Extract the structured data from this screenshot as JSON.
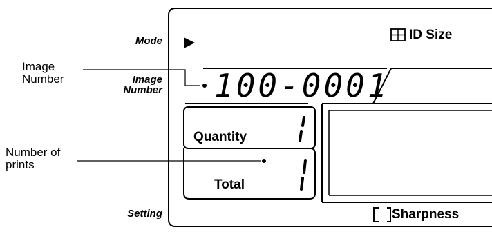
{
  "mode_label": "Mode",
  "image_number_label": "Image Number",
  "setting_label": "Setting",
  "callout_image_number": "Image Number",
  "callout_number_of_prints": "Number of prints",
  "id_size_label": "ID Size",
  "image_number_value": "100-0001",
  "quantity_label": "Quantity",
  "quantity_value": "1",
  "total_label": "Total",
  "total_value": "1",
  "sharpness_label": "Sharpness",
  "icons": [
    "mode-arrow-icon",
    "grid-icon",
    "sharpness-box-icon"
  ]
}
